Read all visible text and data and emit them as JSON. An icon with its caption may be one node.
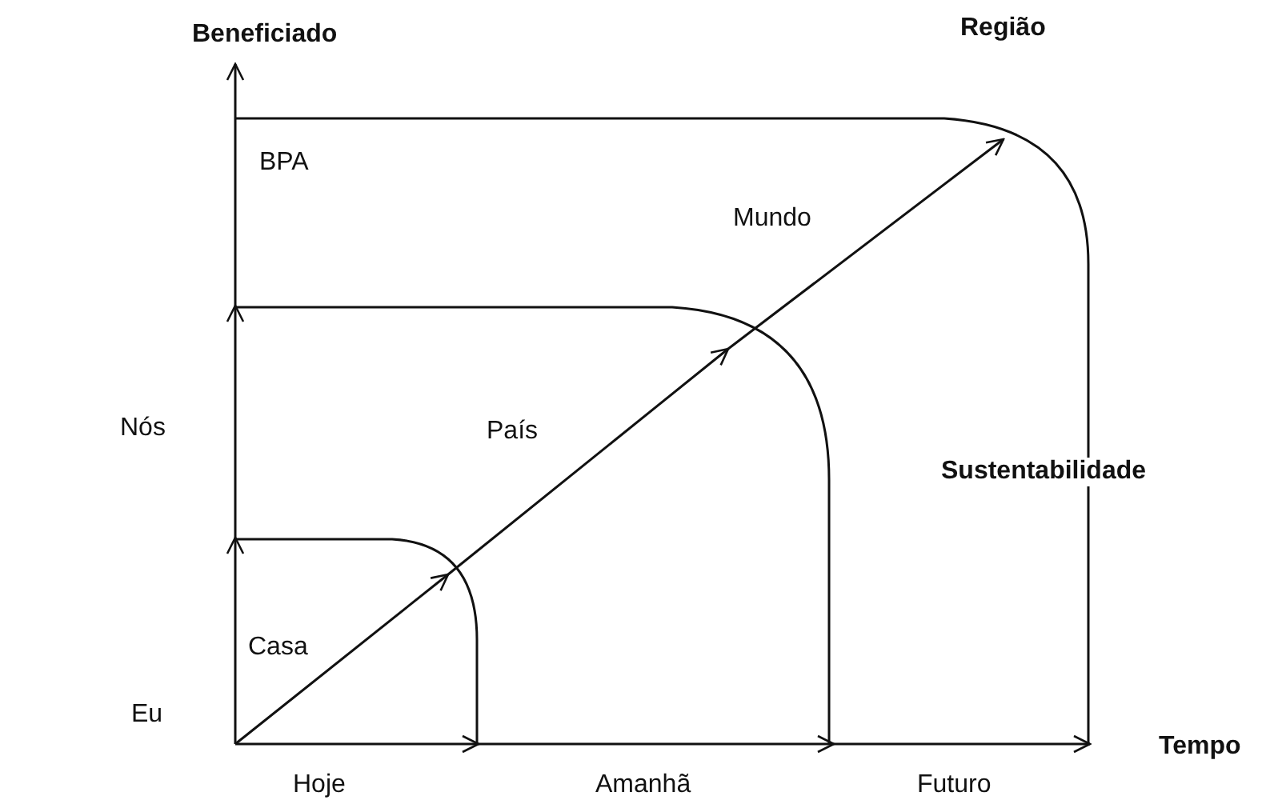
{
  "diagram": {
    "labels": [
      "Beneficiado",
      "Região",
      "BPA",
      "Mundo",
      "Nós",
      "País",
      "Sustentabilidade",
      "Casa",
      "Eu",
      "Tempo",
      "Hoje",
      "Amanhã",
      "Futuro"
    ]
  }
}
